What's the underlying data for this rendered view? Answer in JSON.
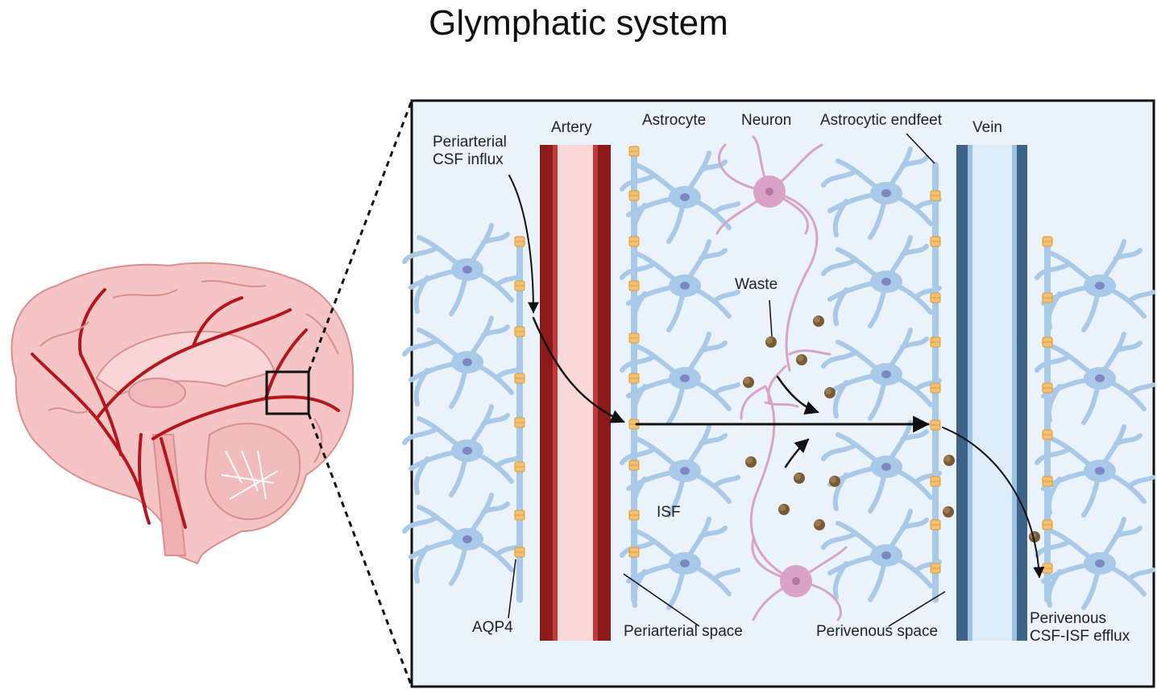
{
  "title": "Glymphatic system",
  "labels": {
    "artery": "Artery",
    "astrocyte": "Astrocyte",
    "neuron": "Neuron",
    "astrocytic_endfeet": "Astrocytic endfeet",
    "vein": "Vein",
    "periarterial_influx_line1": "Periarterial",
    "periarterial_influx_line2": "CSF influx",
    "waste": "Waste",
    "isf": "ISF",
    "aqp4": "AQP4",
    "periarterial_space": "Periarterial space",
    "perivenous_space": "Perivenous space",
    "perivenous_efflux_line1": "Perivenous",
    "perivenous_efflux_line2": "CSF-ISF efflux"
  },
  "colors": {
    "panel_bg": "#eaf2fb",
    "artery_dark": "#8b1a1a",
    "artery_light": "#f9d8d8",
    "vein_dark": "#3d6388",
    "vein_light": "#dcecf8",
    "astrocyte": "#a9c9e8",
    "astrocyte_nucleus": "#7f86c4",
    "aqp4": "#f4c070",
    "neuron": "#d9a2c8",
    "waste": "#7a5a35",
    "brain_fill": "#f5c4c4",
    "brain_vessel": "#b5161b"
  },
  "icons": {
    "brain": "brain-sagittal-icon",
    "astrocyte": "astrocyte-cell-icon",
    "neuron": "neuron-cell-icon",
    "aqp4": "aqp4-channel-icon",
    "waste": "waste-particle-icon"
  }
}
